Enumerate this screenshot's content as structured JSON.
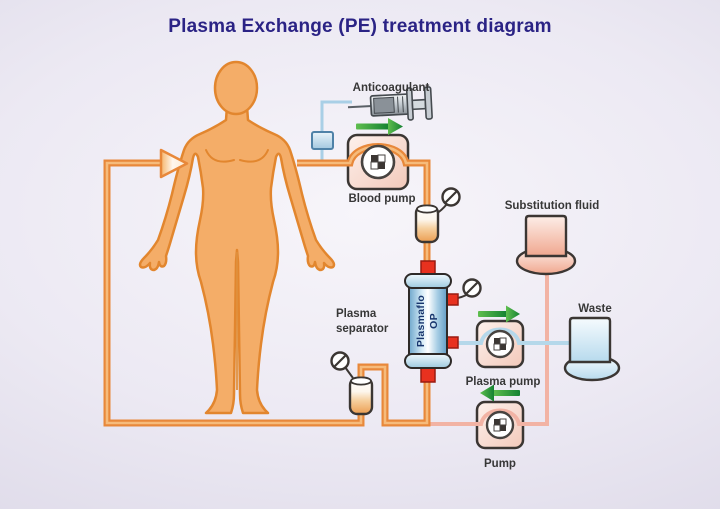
{
  "title": "Plasma Exchange (PE) treatment diagram",
  "labels": {
    "anticoagulant": "Anticoagulant",
    "blood_pump": "Blood pump",
    "substitution_fluid": "Substitution fluid",
    "waste": "Waste",
    "plasma_separator_line1": "Plasma",
    "plasma_separator_line2": "separator",
    "plasma_pump": "Plasma pump",
    "pump": "Pump"
  },
  "separator_device": {
    "line1": "Plasmaflo",
    "line2": "OP"
  },
  "colors": {
    "title_color": "#2b2385",
    "blood_tube": "#e8883a",
    "blood_tube_highlight": "#f7c183",
    "plasma_line": "#b5d8ea",
    "substitution_line": "#f2b3a4",
    "anticoagulant_line": "#a9cfe6",
    "flow_arrow_green": "#25a23c",
    "body_fill": "#f4ad68",
    "body_outline": "#e2862e",
    "pump_box_border": "#3b3633",
    "separator_blue": "#8fc4e0",
    "port_red": "#e8311f",
    "label_color": "#373737",
    "background_inner": "#f7f5fa",
    "background_outer": "#d6d2e3"
  },
  "icons": {
    "syringe": "svg-syringe-shape",
    "pressure_gauge": "svg-circle-with-slash",
    "pump_rotor": "svg-circle-checker",
    "flow_arrow": "svg-green-arrow",
    "drip_chamber": "svg-cylinder",
    "line_clamp": "svg-blue-square",
    "flow_arrowhead_into_body": "svg-orange-triangle"
  }
}
